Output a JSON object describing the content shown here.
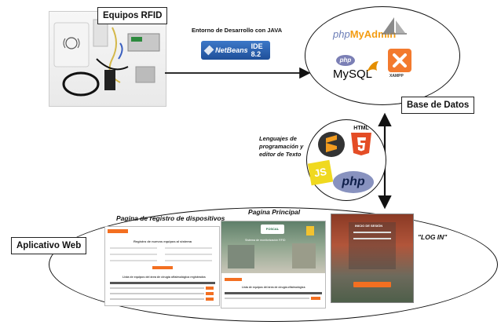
{
  "rfid": {
    "title": "Equipos RFID"
  },
  "netbeans": {
    "caption": "Entorno de Desarrollo con JAVA",
    "name": "NetBeans",
    "ide": "IDE 8.2"
  },
  "database": {
    "label": "Base de Datos",
    "phpmyadmin_a": "php",
    "phpmyadmin_b": "MyAdmin",
    "mysql_php": "php",
    "mysql": "MySQL",
    "xampp": "XAMPP"
  },
  "languages": {
    "caption": "Lenguajes de programación y editor de Texto",
    "html": "HTML",
    "js": "JS",
    "php": "php"
  },
  "web": {
    "label": "Aplicativo Web",
    "registro_label": "Pagina de registro de dispositivos",
    "principal_label": "Pagina Principal",
    "login_label": "\"LOG IN\"",
    "registro_title": "Registro de nuevos equipos al sistema",
    "registro_list": "Lista de equipos del área de cirugía oftalmológica registrados",
    "principal_lista": "Lista de equipos del área de cirugía oftalmológica",
    "principal_header": "Sistema de monitorización RFID",
    "brand": "FOSCAL",
    "login_title": "INICIO DE SESIÓN"
  },
  "colors": {
    "orange": "#f36f21",
    "line": "#111111"
  }
}
